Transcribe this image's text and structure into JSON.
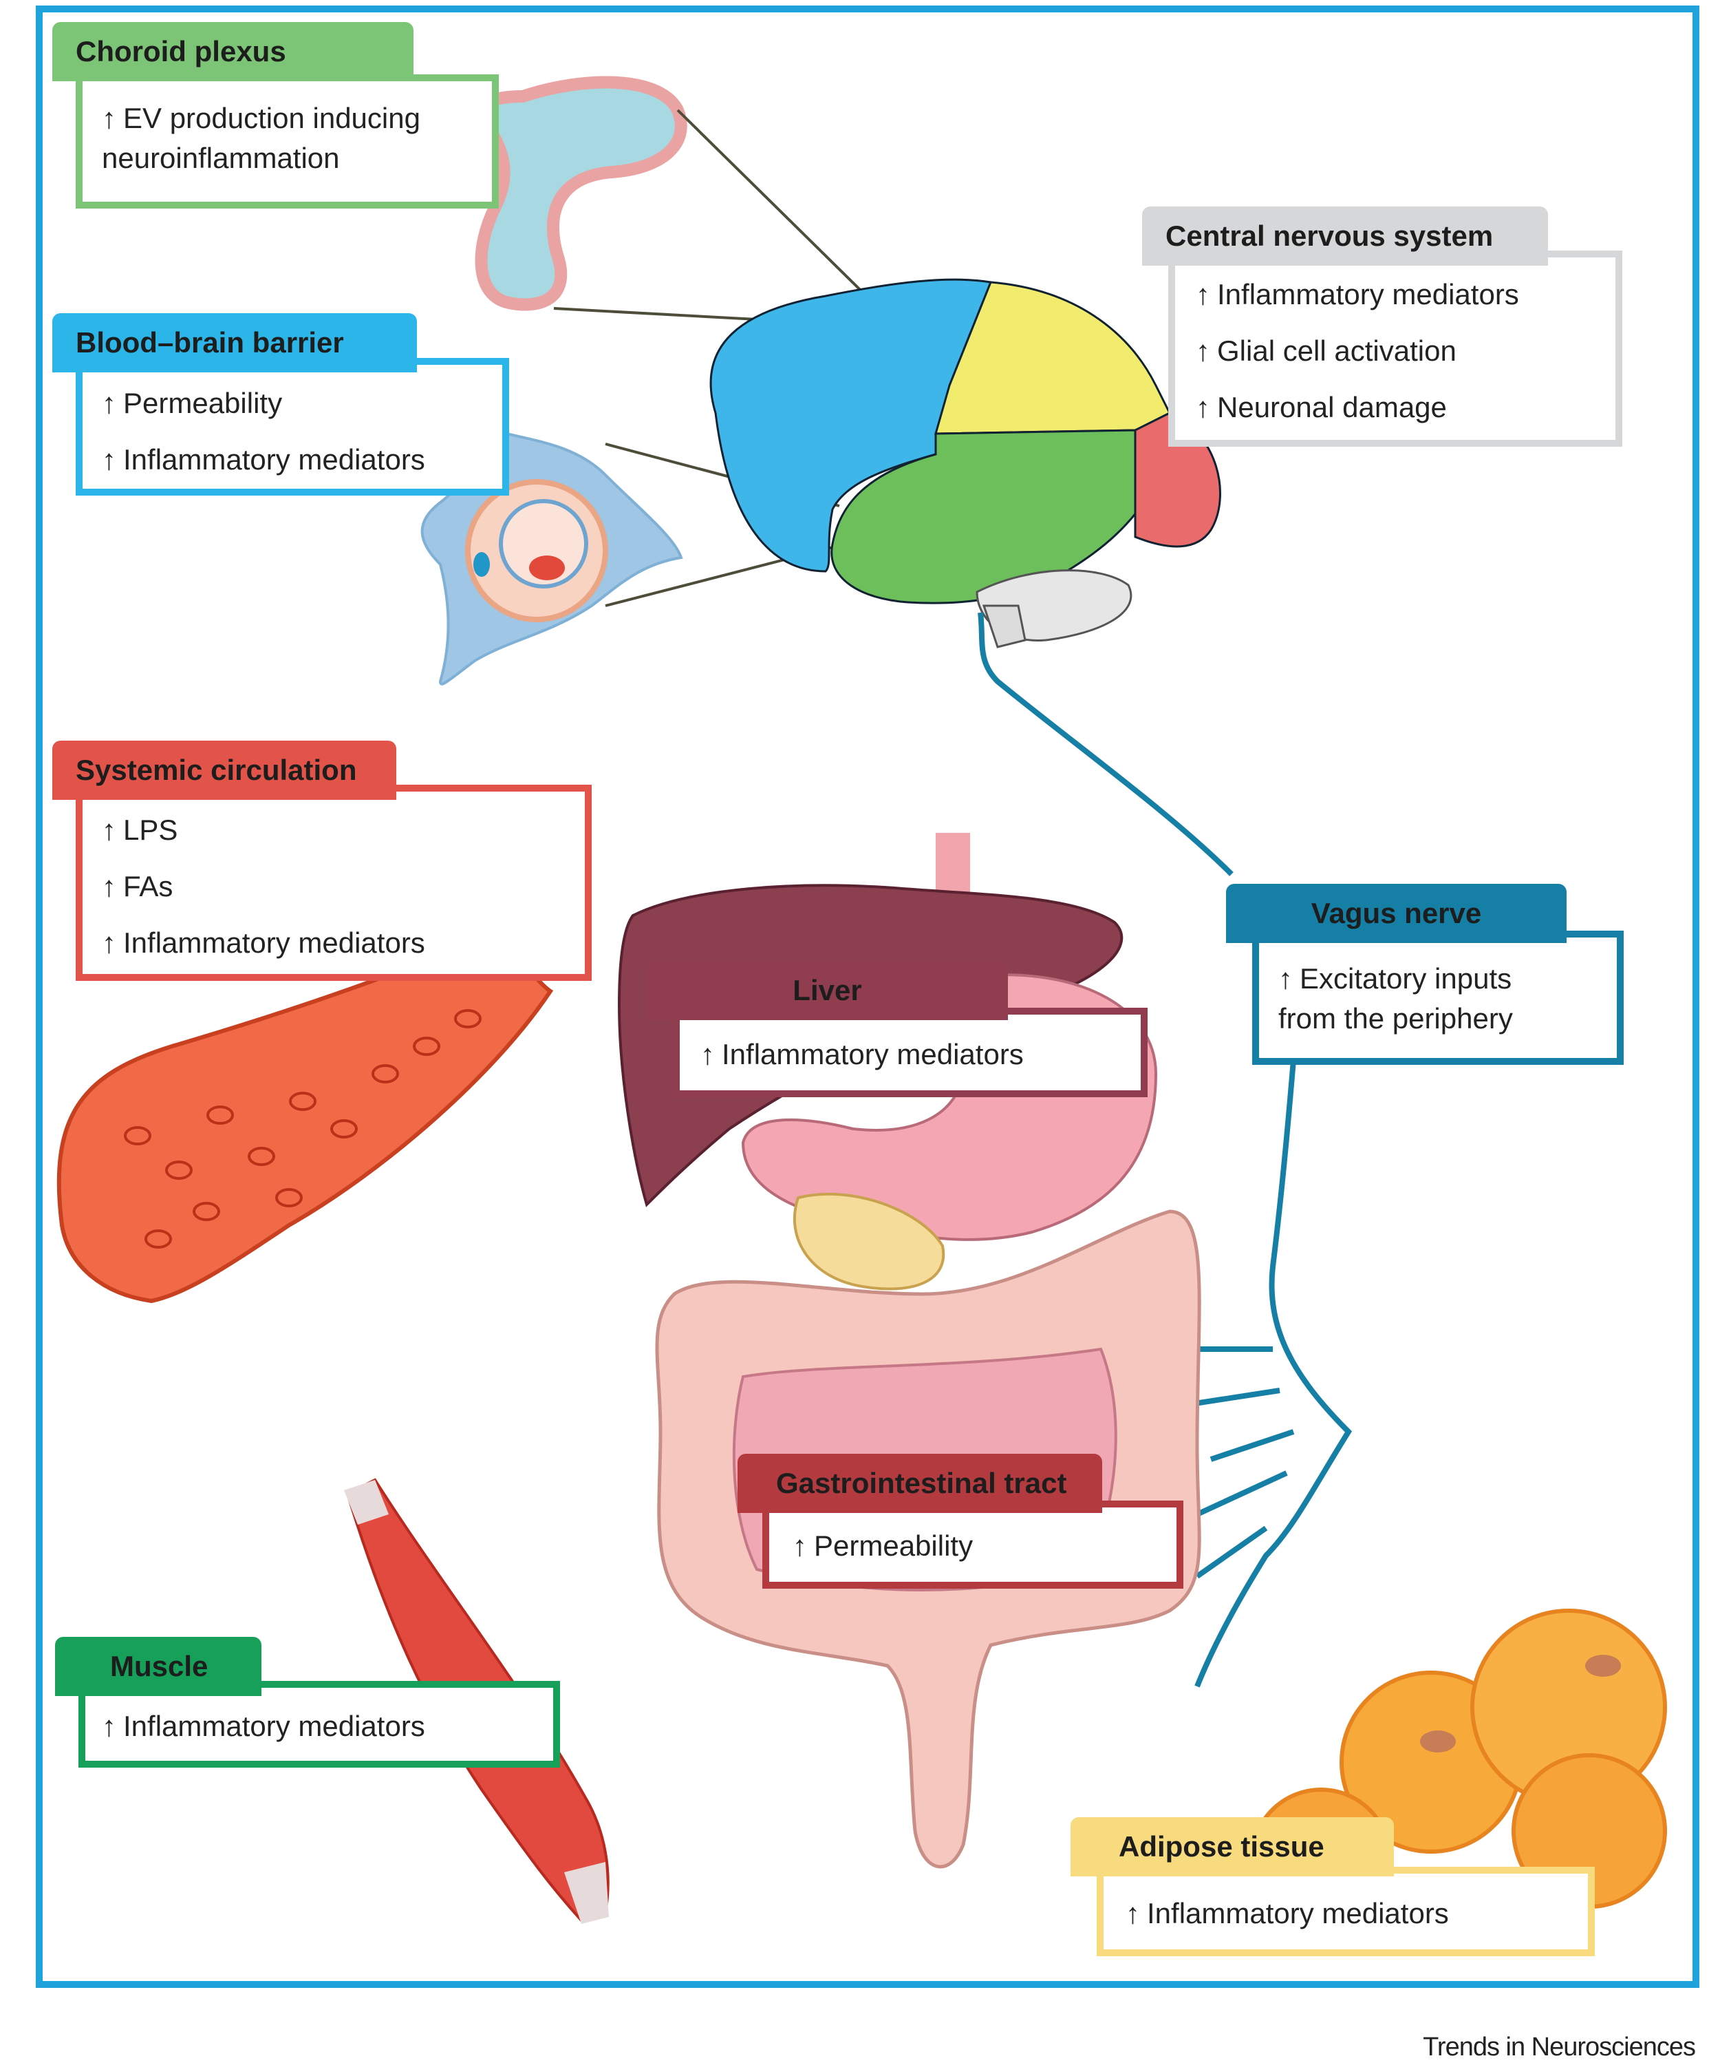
{
  "colors": {
    "frame": "#1fa3dd",
    "choroid": "#7cc576",
    "bbb": "#2bb5e8",
    "cns": "#d5d7d9",
    "systemic": "#e25449",
    "liver": "#8f3d4f",
    "vagus": "#157fa5",
    "gi": "#b33b40",
    "muscle": "#17a05a",
    "adipose": "#f8db7f"
  },
  "panels": {
    "choroid": {
      "title": "Choroid plexus",
      "lines": [
        "EV production inducing",
        "neuroinflammation"
      ]
    },
    "bbb": {
      "title": "Blood–brain barrier",
      "lines": [
        "Permeability",
        "Inflammatory mediators"
      ]
    },
    "cns": {
      "title": "Central nervous system",
      "lines": [
        "Inflammatory mediators",
        "Glial cell activation",
        "Neuronal damage"
      ]
    },
    "systemic": {
      "title": "Systemic circulation",
      "lines": [
        "LPS",
        "FAs",
        "Inflammatory mediators"
      ]
    },
    "liver": {
      "title": "Liver",
      "lines": [
        "Inflammatory mediators"
      ]
    },
    "vagus": {
      "title": "Vagus nerve",
      "lines": [
        "Excitatory inputs",
        "from the periphery"
      ]
    },
    "gi": {
      "title": "Gastrointestinal tract",
      "lines": [
        "Permeability"
      ]
    },
    "muscle": {
      "title": "Muscle",
      "lines": [
        "Inflammatory mediators"
      ]
    },
    "adipose": {
      "title": "Adipose tissue",
      "lines": [
        "Inflammatory mediators"
      ]
    }
  },
  "arrow_glyph": "↑",
  "credit": "Trends in Neurosciences"
}
